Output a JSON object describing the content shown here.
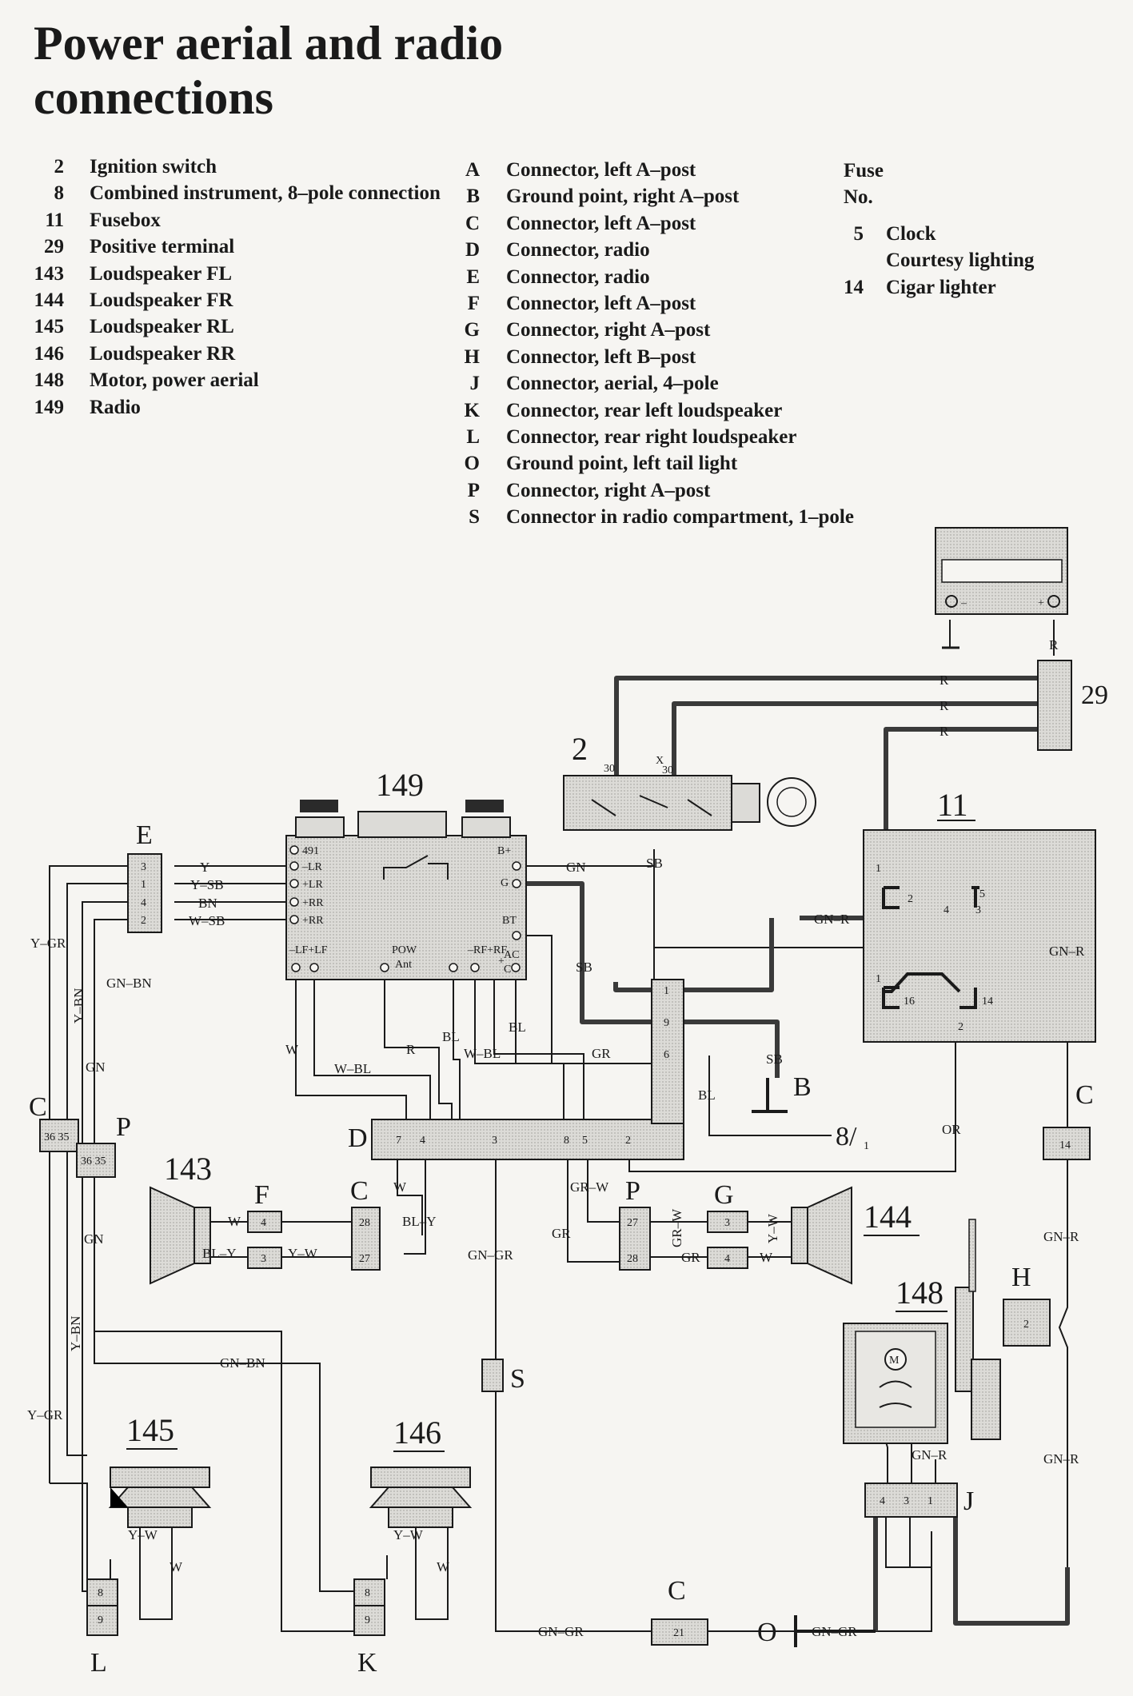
{
  "title_line1": "Power aerial and radio",
  "title_line2": "connections",
  "legend_components": [
    {
      "num": "2",
      "text": "Ignition switch"
    },
    {
      "num": "8",
      "text": "Combined instrument, 8–pole connection"
    },
    {
      "num": "11",
      "text": "Fusebox"
    },
    {
      "num": "29",
      "text": "Positive terminal"
    },
    {
      "num": "143",
      "text": "Loudspeaker FL"
    },
    {
      "num": "144",
      "text": "Loudspeaker FR"
    },
    {
      "num": "145",
      "text": "Loudspeaker RL"
    },
    {
      "num": "146",
      "text": "Loudspeaker RR"
    },
    {
      "num": "148",
      "text": "Motor, power aerial"
    },
    {
      "num": "149",
      "text": "Radio"
    }
  ],
  "legend_connectors": [
    {
      "code": "A",
      "text": "Connector, left A–post"
    },
    {
      "code": "B",
      "text": "Ground point, right A–post"
    },
    {
      "code": "C",
      "text": "Connector, left A–post"
    },
    {
      "code": "D",
      "text": "Connector, radio"
    },
    {
      "code": "E",
      "text": "Connector, radio"
    },
    {
      "code": "F",
      "text": "Connector, left A–post"
    },
    {
      "code": "G",
      "text": "Connector, right A–post"
    },
    {
      "code": "H",
      "text": "Connector, left B–post"
    },
    {
      "code": "J",
      "text": "Connector, aerial, 4–pole"
    },
    {
      "code": "K",
      "text": "Connector, rear left loudspeaker"
    },
    {
      "code": "L",
      "text": "Connector, rear right loudspeaker"
    },
    {
      "code": "O",
      "text": "Ground point, left tail light"
    },
    {
      "code": "P",
      "text": "Connector, right A–post"
    },
    {
      "code": "S",
      "text": "Connector in radio compartment, 1–pole"
    }
  ],
  "fuse_header": {
    "line1": "Fuse",
    "line2": "No."
  },
  "legend_fuses": [
    {
      "num": "5",
      "text": "Clock"
    },
    {
      "num": "",
      "text": "Courtesy lighting"
    },
    {
      "num": "14",
      "text": "Cigar lighter"
    }
  ],
  "diagram": {
    "component_labels": {
      "radio": "149",
      "ignition": "2",
      "fusebox": "11",
      "positive": "29",
      "spk_fl": "143",
      "spk_fr": "144",
      "spk_rl": "145",
      "spk_rr": "146",
      "aerial_motor": "148"
    },
    "connector_labels": {
      "E": "E",
      "C1": "C",
      "P1": "P",
      "D": "D",
      "F": "F",
      "C2": "C",
      "P2": "P",
      "G": "G",
      "B": "B",
      "C3": "C",
      "H": "H",
      "S": "S",
      "J": "J",
      "O": "O",
      "C4": "C",
      "L": "L",
      "K": "K",
      "instr": "8/",
      "instr_sub": "1"
    },
    "radio_pins": {
      "p491": "491",
      "lr_neg": "–LR",
      "lr_pos": "+LR",
      "rr_pos": "+RR",
      "rr_pos2": "+RR",
      "lf": "–LF+LF",
      "pow": "POW",
      "ant": "Ant",
      "rf": "–RF+RF",
      "bplus": "B+",
      "g": "G",
      "bt": "BT",
      "ac": "AC",
      "c": "C",
      "plus": "+"
    },
    "battery": {
      "minus": "–",
      "plus": "+"
    },
    "ignition_pins": {
      "p30": "30",
      "x": "X",
      "p30b": "30"
    },
    "fusebox_pins": {
      "f2": "2",
      "f5": "5",
      "f4": "4",
      "f3": "3",
      "f16": "16",
      "f14": "14",
      "f2b": "2",
      "one": "1",
      "one_b": "1"
    },
    "pins": {
      "e3": "3",
      "e1": "1",
      "e4": "4",
      "e2": "2",
      "c1": "36 35",
      "p1": "36 35",
      "d1": "1",
      "d9": "9",
      "d6": "6",
      "d7": "7",
      "d4": "4",
      "d3": "3",
      "d8": "8",
      "d5": "5",
      "d2": "2",
      "f4": "4",
      "f3": "3",
      "c28": "28",
      "c27": "27",
      "p27": "27",
      "p28": "28",
      "g3": "3",
      "g4": "4",
      "c14": "14",
      "h2": "2",
      "j4": "4",
      "j3": "3",
      "j1": "1",
      "c21": "21",
      "l8": "8",
      "l9": "9",
      "k8": "8",
      "k9": "9"
    },
    "wire_labels": {
      "r1": "R",
      "r2": "R",
      "r3": "R",
      "r4": "R",
      "y": "Y",
      "ysb": "Y–SB",
      "bn": "BN",
      "wsb": "W–SB",
      "gn": "GN",
      "sb1": "SB",
      "gnr1": "GN–R",
      "gnr2": "GN–R",
      "ygr1": "Y–GR",
      "ybn1": "Y–BN",
      "gnbn1": "GN–BN",
      "gn2": "GN",
      "sb2": "SB",
      "bl1": "BL",
      "w1": "W",
      "r5": "R",
      "bl2": "BL",
      "wbl": "W–BL",
      "wbl2": "W–BL",
      "gr1": "GR",
      "sb3": "SB",
      "bl3": "BL",
      "or": "OR",
      "w2": "W",
      "bly1": "BL–Y",
      "bly2": "BL–Y",
      "w3": "W",
      "yw1": "Y–W",
      "grw1": "GR–W",
      "grw2": "GR–W",
      "gr2": "GR",
      "gr3": "GR",
      "yw2": "Y–W",
      "w4": "W",
      "gngr1": "GN–GR",
      "gnr3": "GN–R",
      "gnr4": "GN–R",
      "gn3": "GN",
      "ybn2": "Y–BN",
      "ygr2": "Y–GR",
      "gnbn2": "GN–BN",
      "yw3": "Y–W",
      "w5": "W",
      "yw4": "Y–W",
      "w6": "W",
      "gnr5": "GN–R",
      "gngr2": "GN–GR",
      "gngr3": "GN–GR"
    }
  },
  "colors": {
    "background": "#f6f5f2",
    "ink": "#1a1a1a",
    "box_fill": "#dcdbd7",
    "box_dark": "#c9c8c3"
  }
}
